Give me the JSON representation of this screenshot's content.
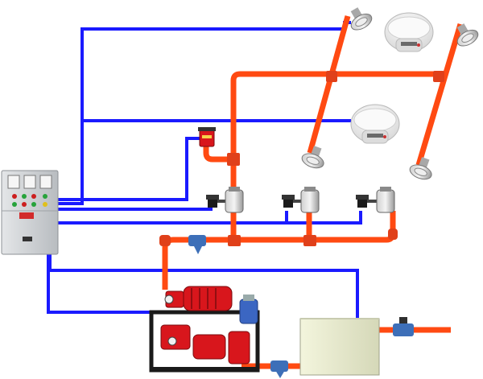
{
  "diagram": {
    "colors": {
      "background": "#ffffff",
      "signal_wire": "#1a1aff",
      "water_pipe": "#ff4a12",
      "pipe_joint": "#e0401a",
      "panel_body": "#c9ccd0",
      "motor_red": "#d8161c",
      "tank_body": "#ecefcf",
      "valve_blue": "#3d6fb8",
      "smoke_detector": "#f2f2f2"
    },
    "components": [
      {
        "id": "control-cabinet",
        "kind": "electrical control cabinet",
        "gauges": 3,
        "indicator_lights": 8
      },
      {
        "id": "pump-unit",
        "kind": "fire pump skid with electric motor"
      },
      {
        "id": "water-tank",
        "kind": "water tank"
      },
      {
        "id": "alarm-valve",
        "kind": "alarm bell on riser"
      },
      {
        "id": "flow-valves",
        "kind": "solenoid valve",
        "count": 3
      },
      {
        "id": "sprinklers",
        "kind": "sprinkler head",
        "count": 4
      },
      {
        "id": "smoke-detectors",
        "kind": "smoke detector",
        "count": 2
      },
      {
        "id": "strainer",
        "kind": "Y-strainer",
        "count": 2
      },
      {
        "id": "check-valve",
        "kind": "butterfly valve",
        "count": 1
      }
    ]
  }
}
